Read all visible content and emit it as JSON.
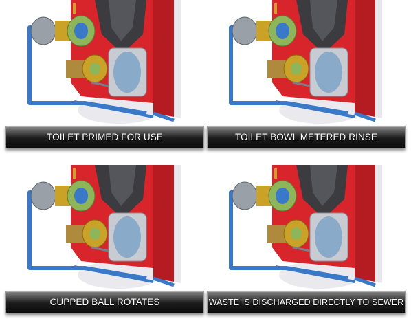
{
  "panels": [
    {
      "caption": "TOILET PRIMED FOR USE"
    },
    {
      "caption": "TOILET BOWL METERED RINSE"
    },
    {
      "caption": "CUPPED BALL ROTATES"
    },
    {
      "caption": "WASTE IS DISCHARGED DIRECTLY TO SEWER"
    }
  ],
  "colors": {
    "wall": "#d8242b",
    "pipe": "#3a78c8",
    "valve_green": "#8fb55a",
    "valve_gold": "#c9a227",
    "gear_brass": "#b08a3c",
    "caption_bg": "#1a1a1a",
    "caption_text": "#ffffff"
  }
}
